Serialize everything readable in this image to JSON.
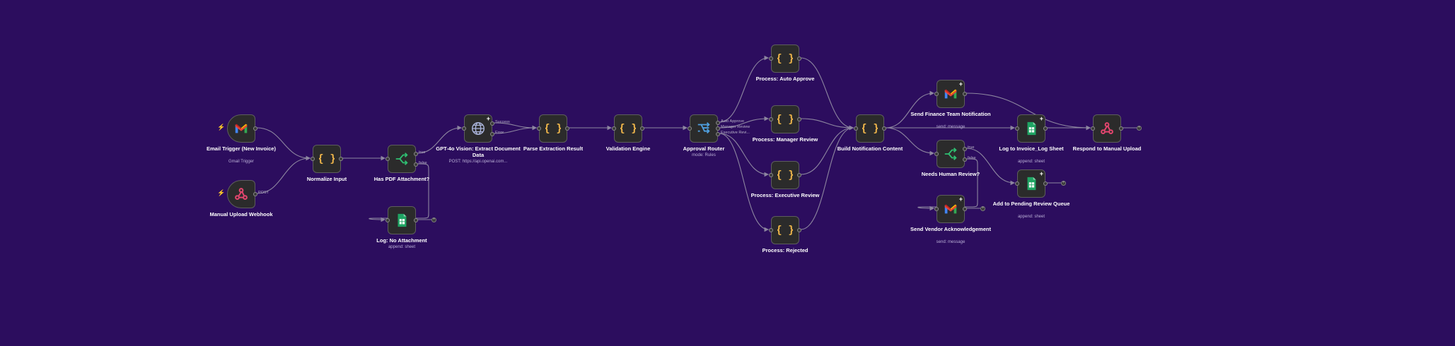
{
  "nodes": [
    {
      "id": "email_trigger",
      "label": "Email Trigger (New Invoice)",
      "sub": "Gmail Trigger",
      "icon": "gmail-icon"
    },
    {
      "id": "webhook",
      "label": "Manual Upload Webhook",
      "sub": "",
      "icon": "webhook-icon",
      "out_label": "POST"
    },
    {
      "id": "normalize",
      "label": "Normalize Input",
      "sub": "",
      "icon": "code-braces-icon"
    },
    {
      "id": "has_pdf",
      "label": "Has PDF Attachment?",
      "sub": "",
      "icon": "if-branch-icon",
      "outputs": [
        "true",
        "false"
      ]
    },
    {
      "id": "log_no_attach",
      "label": "Log: No Attachment",
      "sub": "append: sheet",
      "icon": "google-sheets-icon"
    },
    {
      "id": "gpt_vision",
      "label": "GPT-4o Vision: Extract Document Data",
      "sub": "POST: https://api.openai.com...",
      "icon": "globe-icon",
      "outputs": [
        "Success",
        "Error"
      ]
    },
    {
      "id": "parse",
      "label": "Parse Extraction Result",
      "sub": "",
      "icon": "code-braces-icon"
    },
    {
      "id": "validate",
      "label": "Validation Engine",
      "sub": "",
      "icon": "code-braces-icon"
    },
    {
      "id": "router",
      "label": "Approval Router",
      "sub": "mode: Rules",
      "icon": "switch-router-icon",
      "outputs": [
        "Auto Approve",
        "Manager Review",
        "Executive Revi..."
      ]
    },
    {
      "id": "auto_approve",
      "label": "Process: Auto Approve",
      "sub": "",
      "icon": "code-braces-icon"
    },
    {
      "id": "manager_review",
      "label": "Process: Manager Review",
      "sub": "",
      "icon": "code-braces-icon"
    },
    {
      "id": "exec_review",
      "label": "Process: Executive Review",
      "sub": "",
      "icon": "code-braces-icon"
    },
    {
      "id": "rejected",
      "label": "Process: Rejected",
      "sub": "",
      "icon": "code-braces-icon"
    },
    {
      "id": "build_notif",
      "label": "Build Notification Content",
      "sub": "",
      "icon": "code-braces-icon"
    },
    {
      "id": "send_finance",
      "label": "Send Finance Team Notification",
      "sub": "send: message",
      "icon": "gmail-icon"
    },
    {
      "id": "needs_human",
      "label": "Needs Human Review?",
      "sub": "",
      "icon": "if-branch-icon",
      "outputs": [
        "true",
        "false"
      ]
    },
    {
      "id": "send_vendor",
      "label": "Send Vendor Acknowledgement",
      "sub": "send: message",
      "icon": "gmail-icon"
    },
    {
      "id": "log_invoice",
      "label": "Log to Invoice_Log Sheet",
      "sub": "append: sheet",
      "icon": "google-sheets-icon"
    },
    {
      "id": "pending_queue",
      "label": "Add to Pending Review Queue",
      "sub": "append: sheet",
      "icon": "google-sheets-icon"
    },
    {
      "id": "respond",
      "label": "Respond to Manual Upload",
      "sub": "",
      "icon": "webhook-icon"
    }
  ],
  "colors": {
    "background": "#2c0d5e",
    "node_fill": "#2b2b2b",
    "node_border": "#5d5d5d",
    "edge": "#8d86a0",
    "code_icon": "#f2b84b",
    "if_icon": "#2fbf71",
    "switch_icon": "#4f9fe0",
    "globe_icon": "#a9b3d9",
    "sheets_icon": "#1fa463",
    "webhook_icon": "#e2456e",
    "trigger_bolt": "#ff6a3d"
  }
}
